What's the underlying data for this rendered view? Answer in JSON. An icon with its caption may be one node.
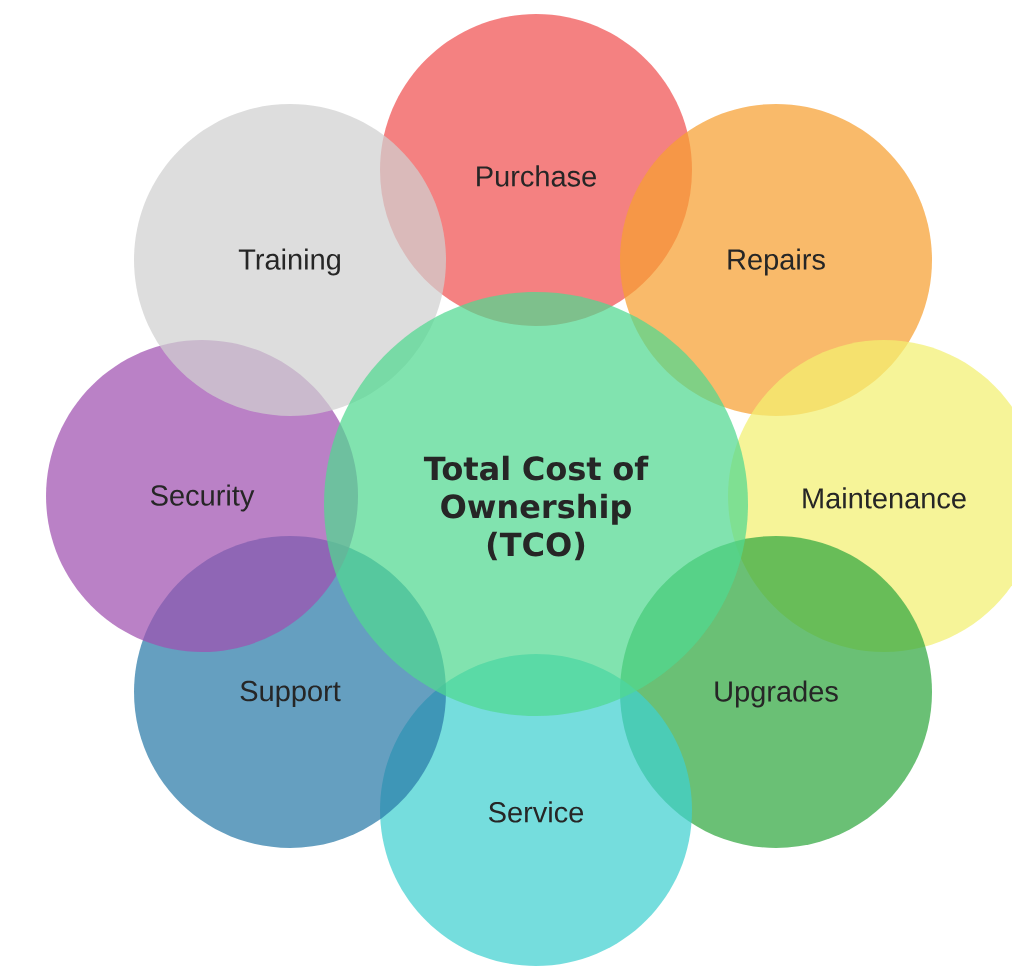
{
  "diagram": {
    "nodes": [
      {
        "text": [
          "Total Cost of Ownership (TCO)"
        ]
      },
      {
        "text": [
          "Purchase"
        ]
      },
      {
        "text": [
          "Repairs"
        ]
      },
      {
        "text": [
          "Maintenance"
        ]
      },
      {
        "text": [
          "Upgrades"
        ]
      },
      {
        "text": [
          "Service"
        ]
      },
      {
        "text": [
          "Support"
        ]
      },
      {
        "text": [
          "Security"
        ]
      },
      {
        "text": [
          "Training"
        ]
      }
    ]
  }
}
